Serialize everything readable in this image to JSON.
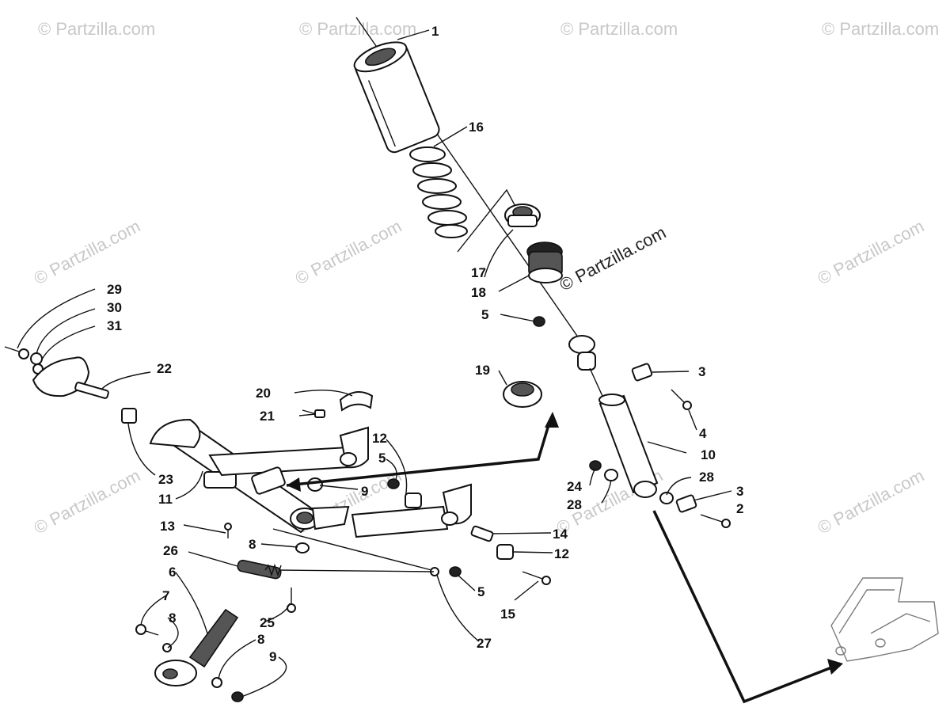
{
  "diagram": {
    "callouts": [
      "1",
      "16",
      "17",
      "18",
      "5",
      "19",
      "3",
      "4",
      "10",
      "3",
      "28",
      "2",
      "24",
      "28",
      "29",
      "30",
      "31",
      "22",
      "20",
      "21",
      "12",
      "5",
      "23",
      "11",
      "9",
      "13",
      "8",
      "26",
      "6",
      "14",
      "12",
      "5",
      "15",
      "7",
      "8",
      "25",
      "8",
      "9",
      "27"
    ]
  },
  "watermarks": {
    "text": "© Partzilla.com",
    "main": "© Partzilla.com"
  },
  "colors": {
    "ink": "#111111",
    "watermark": "#c8c8c8",
    "background": "#ffffff"
  }
}
